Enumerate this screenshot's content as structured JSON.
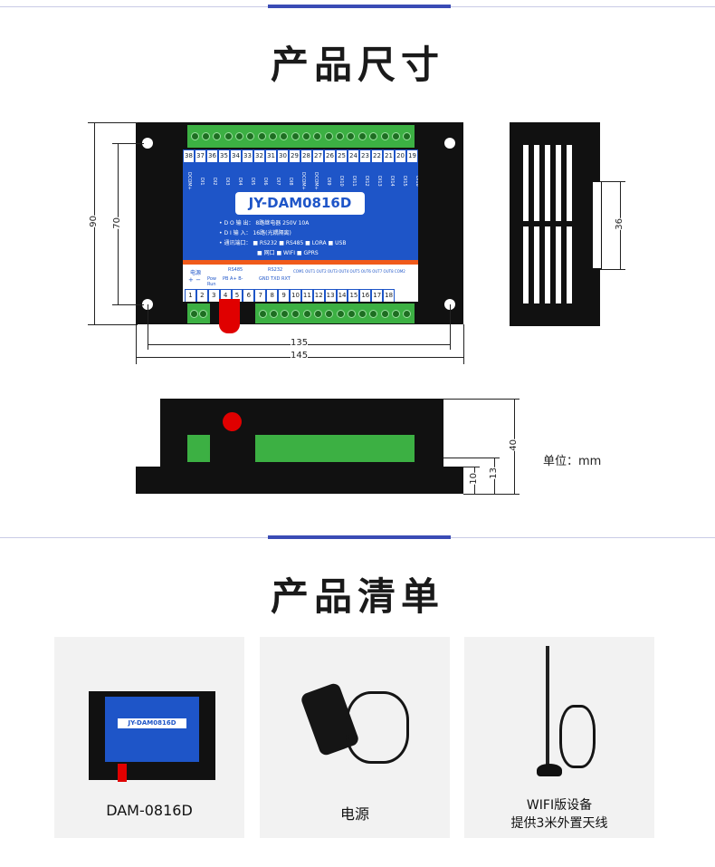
{
  "sections": [
    {
      "title": "产品尺寸"
    },
    {
      "title": "产品清单"
    }
  ],
  "board": {
    "top_numbers": [
      "38",
      "37",
      "36",
      "35",
      "34",
      "33",
      "32",
      "31",
      "30",
      "29",
      "28",
      "27",
      "26",
      "25",
      "24",
      "23",
      "22",
      "21",
      "20",
      "19"
    ],
    "top_pins": [
      "DCOM+",
      "DI1",
      "DI2",
      "DI3",
      "DI4",
      "DI5",
      "DI6",
      "DI7",
      "DI8",
      "DCOM+",
      "DCOM+",
      "DI9",
      "DI10",
      "DI11",
      "DI12",
      "DI13",
      "DI14",
      "DI15",
      "DI16",
      "DCOM+"
    ],
    "model": "JY-DAM0816D",
    "spec_do": "• D O 输 出： 8路继电器 250V 10A",
    "spec_di": "• D I  输  入： 16路(光耦隔离)",
    "spec_comm": "• 通讯端口： ■ RS232 ■ RS485 ■ LORA ■ USB",
    "spec_comm2": "■ 网口  ■ WIFI  ■ GPRS",
    "power_label": "电源",
    "power_pm": "+  −",
    "rs485_label": "RS485",
    "rs485_pins": "PB  A+  B-",
    "pow_run": "Pow Run",
    "rs232_label": "RS232",
    "rs232_pins": "GND TXD RXT",
    "relay_labels": "COM1 OUT1 OUT2 OUT3 OUT4 OUT5 OUT6 OUT7 OUT8 COM2",
    "bottom_numbers": [
      "1",
      "2",
      "3",
      "4",
      "5",
      "6",
      "7",
      "8",
      "9",
      "10",
      "11",
      "12",
      "13",
      "14",
      "15",
      "16",
      "17",
      "18"
    ]
  },
  "dimensions": {
    "height_outer": "90",
    "height_inner": "70",
    "width_inner": "135",
    "width_outer": "145",
    "side_bracket": "36",
    "depth": "40",
    "depth_base": "13",
    "depth_plate": "10",
    "unit": "单位：mm"
  },
  "products": [
    {
      "caption": "DAM-0816D"
    },
    {
      "caption": "电源"
    },
    {
      "caption_line1": "WIFI版设备",
      "caption_line2": "提供3米外置天线"
    }
  ],
  "colors": {
    "accent": "#3a4bb5",
    "board_blue": "#1e55c8",
    "terminal_green": "#3cb043",
    "stripe_orange": "#f05a1a",
    "antenna_red": "#e00000"
  }
}
